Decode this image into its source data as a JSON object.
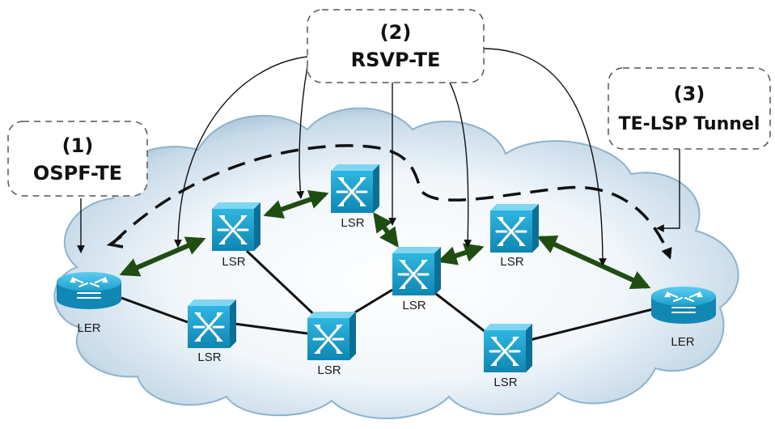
{
  "callouts": {
    "ospf": {
      "number": "(1)",
      "title": "OSPF-TE"
    },
    "rsvp": {
      "number": "(2)",
      "title": "RSVP-TE"
    },
    "tunnel": {
      "number": "(3)",
      "title": "TE-LSP Tunnel"
    }
  },
  "nodes": {
    "ler_left": "LER",
    "ler_right": "LER",
    "lsr_1": "LSR",
    "lsr_2": "LSR",
    "lsr_3": "LSR",
    "lsr_4": "LSR",
    "lsr_5": "LSR",
    "lsr_6": "LSR",
    "lsr_7": "LSR"
  },
  "colors": {
    "lsp_path": "#1f4d12",
    "cloud_edge": "#7fa6c4",
    "device": "#1b9fc9",
    "link": "#111111"
  }
}
